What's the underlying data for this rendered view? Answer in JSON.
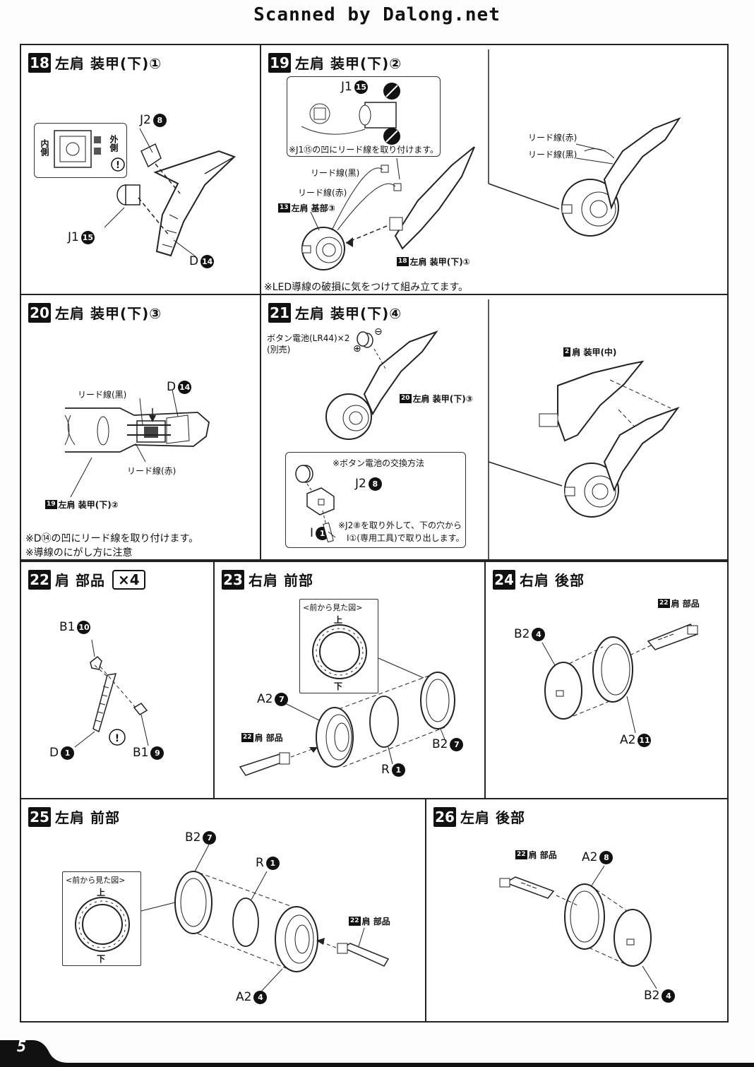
{
  "watermark": "Scanned by Dalong.net",
  "page_number": "5",
  "steps": {
    "s18": {
      "num": "18",
      "title": "左肩 装甲(下)①",
      "labels": {
        "j2": "J2",
        "j2n": "8",
        "j1": "J1",
        "j1n": "15",
        "d": "D",
        "dn": "14",
        "inner": "内側",
        "outer": "外側"
      }
    },
    "s19": {
      "num": "19",
      "title": "左肩 装甲(下)②",
      "labels": {
        "j1": "J1",
        "j1n": "15",
        "note_inset": "※J1⑮の凹にリード線を取り付けます。",
        "lead_black": "リード線(黒)",
        "lead_red": "リード線(赤)",
        "base_num": "13",
        "base": "左肩 基部③",
        "armor_num": "18",
        "armor": "左肩 装甲(下)①",
        "lead_red2": "リード線(赤)",
        "lead_black2": "リード線(黒)",
        "note": "※LED導線の破損に気をつけて組み立てます。"
      }
    },
    "s20": {
      "num": "20",
      "title": "左肩 装甲(下)③",
      "labels": {
        "d": "D",
        "dn": "14",
        "lead_black": "リード線(黒)",
        "lead_red": "リード線(赤)",
        "ref_num": "19",
        "ref": "左肩 装甲(下)②",
        "note1": "※D⑭の凹にリード線を取り付けます。",
        "note2": "※導線のにがし方に注意"
      }
    },
    "s21": {
      "num": "21",
      "title": "左肩 装甲(下)④",
      "labels": {
        "battery": "ボタン電池(LR44)×2",
        "sold": "(別売)",
        "plus": "⊕",
        "minus": "⊖",
        "ref_num": "20",
        "ref": "左肩 装甲(下)③",
        "mid_num": "2",
        "mid": "肩 装甲(中)",
        "inset_title": "※ボタン電池の交換方法",
        "j2": "J2",
        "j2n": "8",
        "i": "I",
        "in": "1",
        "inset_note1": "※J2⑧を取り外して、下の穴から",
        "inset_note2": "I①(専用工具)で取り出します。"
      }
    },
    "s22": {
      "num": "22",
      "title": "肩 部品",
      "mult": "×4",
      "labels": {
        "b1a": "B1",
        "b1an": "10",
        "d": "D",
        "dn": "1",
        "b1b": "B1",
        "b1bn": "9"
      }
    },
    "s23": {
      "num": "23",
      "title": "右肩 前部",
      "labels": {
        "view": "<前から見た図>",
        "up": "上",
        "down": "下",
        "a2": "A2",
        "a2n": "7",
        "b2": "B2",
        "b2n": "7",
        "r": "R",
        "rn": "1",
        "part_num": "22",
        "part": "肩 部品"
      }
    },
    "s24": {
      "num": "24",
      "title": "右肩 後部",
      "labels": {
        "b2": "B2",
        "b2n": "4",
        "a2": "A2",
        "a2n": "11",
        "part_num": "22",
        "part": "肩 部品"
      }
    },
    "s25": {
      "num": "25",
      "title": "左肩 前部",
      "labels": {
        "b2": "B2",
        "b2n": "7",
        "r": "R",
        "rn": "1",
        "view": "<前から見た図>",
        "up": "上",
        "down": "下",
        "a2": "A2",
        "a2n": "4",
        "part_num": "22",
        "part": "肩 部品"
      }
    },
    "s26": {
      "num": "26",
      "title": "左肩 後部",
      "labels": {
        "part_num": "22",
        "part": "肩 部品",
        "a2": "A2",
        "a2n": "8",
        "b2": "B2",
        "b2n": "4"
      }
    }
  }
}
